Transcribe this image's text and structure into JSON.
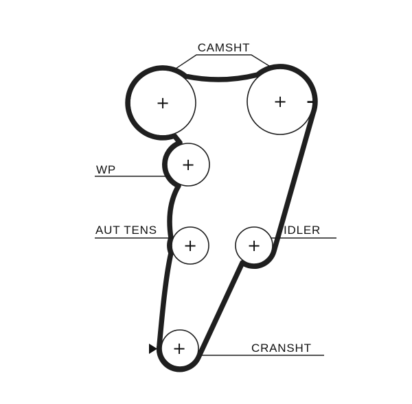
{
  "diagram": {
    "type": "timing-belt-routing",
    "background": "#ffffff",
    "line_color": "#1a1a1a",
    "belt_color": "#1f1f1f",
    "labels": {
      "camshaft": "CAMSHT",
      "water_pump": "WP",
      "auto_tensioner": "AUT TENS",
      "idler": "IDLER",
      "crankshaft": "CRANSHT"
    },
    "marks": {
      "pulley_center": "+",
      "timing_dash": "-"
    }
  }
}
